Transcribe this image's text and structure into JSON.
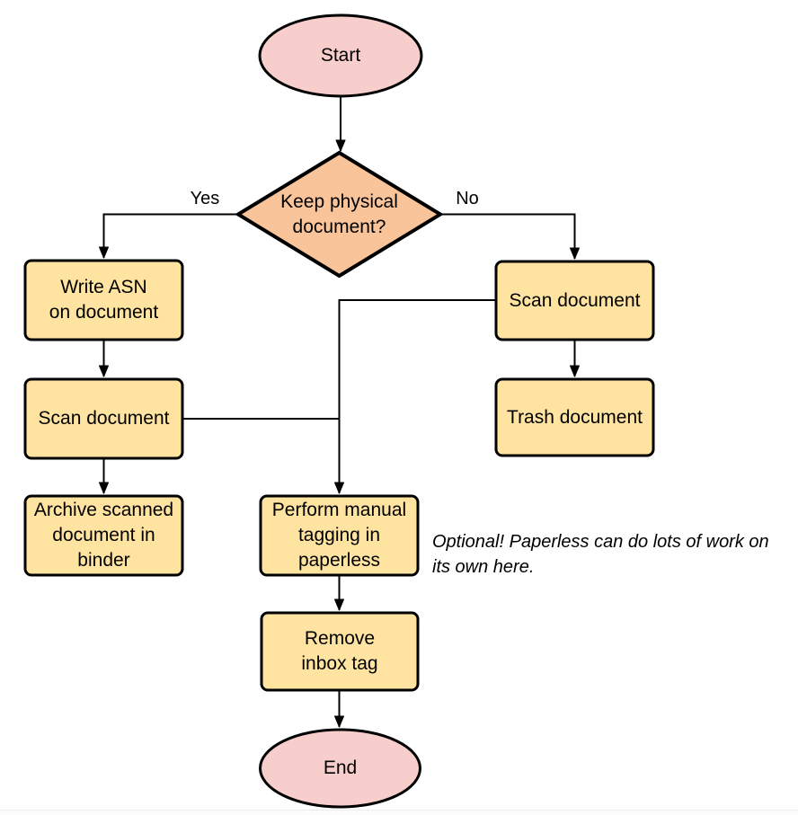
{
  "flowchart": {
    "nodes": {
      "start": {
        "label": "Start",
        "type": "terminator"
      },
      "decision": {
        "label": "Keep physical\ndocument?",
        "type": "decision"
      },
      "write_asn": {
        "label": "Write ASN\non document",
        "type": "process"
      },
      "scan_left": {
        "label": "Scan document",
        "type": "process"
      },
      "archive": {
        "label": "Archive scanned\ndocument in\nbinder",
        "type": "process"
      },
      "scan_right": {
        "label": "Scan document",
        "type": "process"
      },
      "trash": {
        "label": "Trash document",
        "type": "process"
      },
      "tagging": {
        "label": "Perform manual\ntagging in\npaperless",
        "type": "process"
      },
      "remove_inbox": {
        "label": "Remove\ninbox tag",
        "type": "process"
      },
      "end": {
        "label": "End",
        "type": "terminator"
      }
    },
    "edge_labels": {
      "yes": "Yes",
      "no": "No"
    },
    "edges": [
      {
        "from": "start",
        "to": "decision"
      },
      {
        "from": "decision",
        "to": "write_asn",
        "label": "Yes"
      },
      {
        "from": "decision",
        "to": "scan_right",
        "label": "No"
      },
      {
        "from": "write_asn",
        "to": "scan_left"
      },
      {
        "from": "scan_left",
        "to": "archive"
      },
      {
        "from": "scan_left",
        "to": "tagging"
      },
      {
        "from": "scan_right",
        "to": "trash"
      },
      {
        "from": "scan_right",
        "to": "tagging"
      },
      {
        "from": "tagging",
        "to": "remove_inbox"
      },
      {
        "from": "remove_inbox",
        "to": "end"
      }
    ],
    "note": "Optional! Paperless can do lots of work on\nits own here.",
    "colors": {
      "terminator_fill": "#f8cecc",
      "decision_fill": "#fac49b",
      "process_fill": "#ffe3a0",
      "stroke": "#000000"
    }
  }
}
